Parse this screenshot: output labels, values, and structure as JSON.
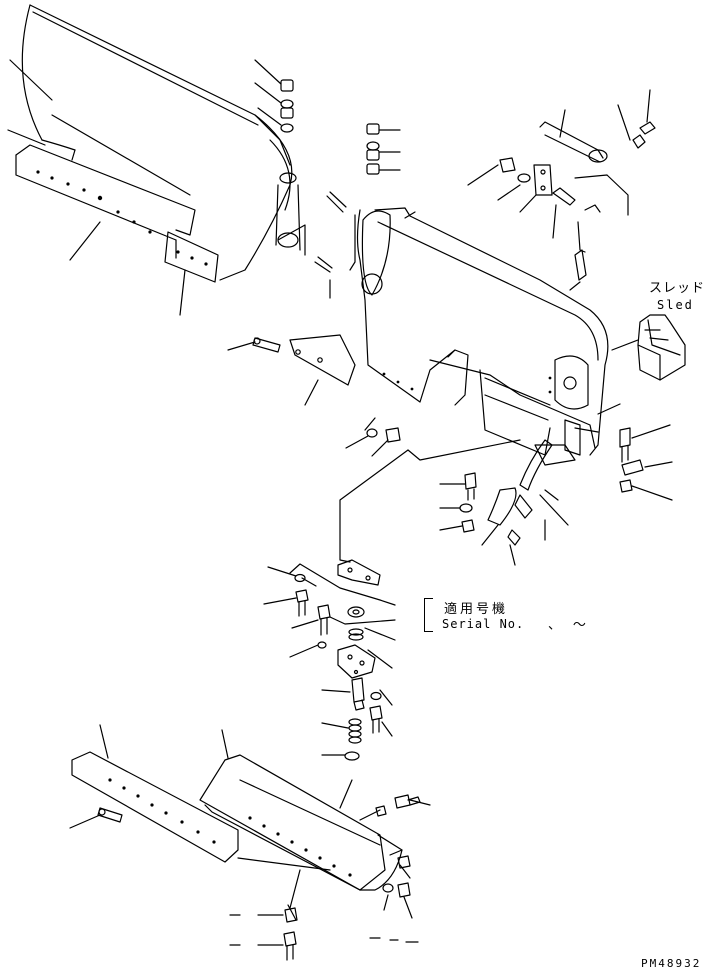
{
  "labels": {
    "sled_jp": "スレッド",
    "sled_en": "Sled",
    "applicable_jp": "適用号機",
    "serial": "Serial No.",
    "serial_marks": "、 ～",
    "drawing_number": "PM48932"
  },
  "colors": {
    "ink": "#000000",
    "paper": "#ffffff"
  }
}
